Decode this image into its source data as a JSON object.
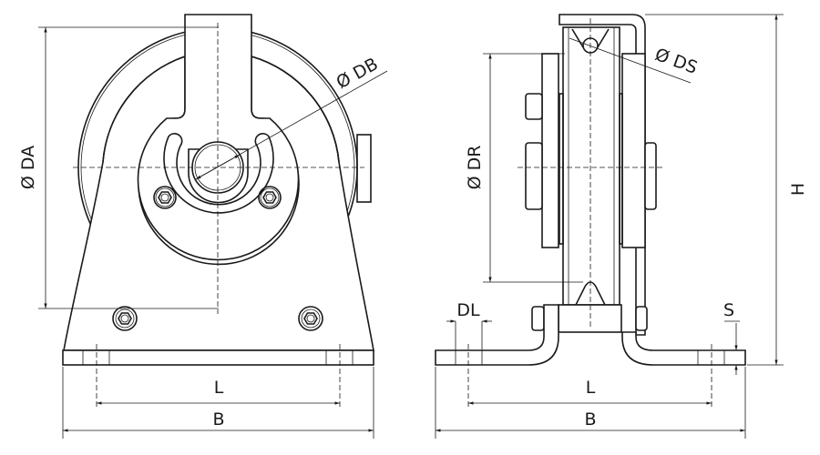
{
  "front_view": {
    "dim_da": "Ø DA",
    "dim_db": "Ø DB",
    "dim_l": "L",
    "dim_b": "B"
  },
  "side_view": {
    "dim_dr": "Ø DR",
    "dim_ds": "Ø DS",
    "dim_dl": "DL",
    "dim_s": "S",
    "dim_h": "H",
    "dim_l": "L",
    "dim_b": "B"
  },
  "colors": {
    "line": "#1a1a1a",
    "background": "#ffffff"
  }
}
